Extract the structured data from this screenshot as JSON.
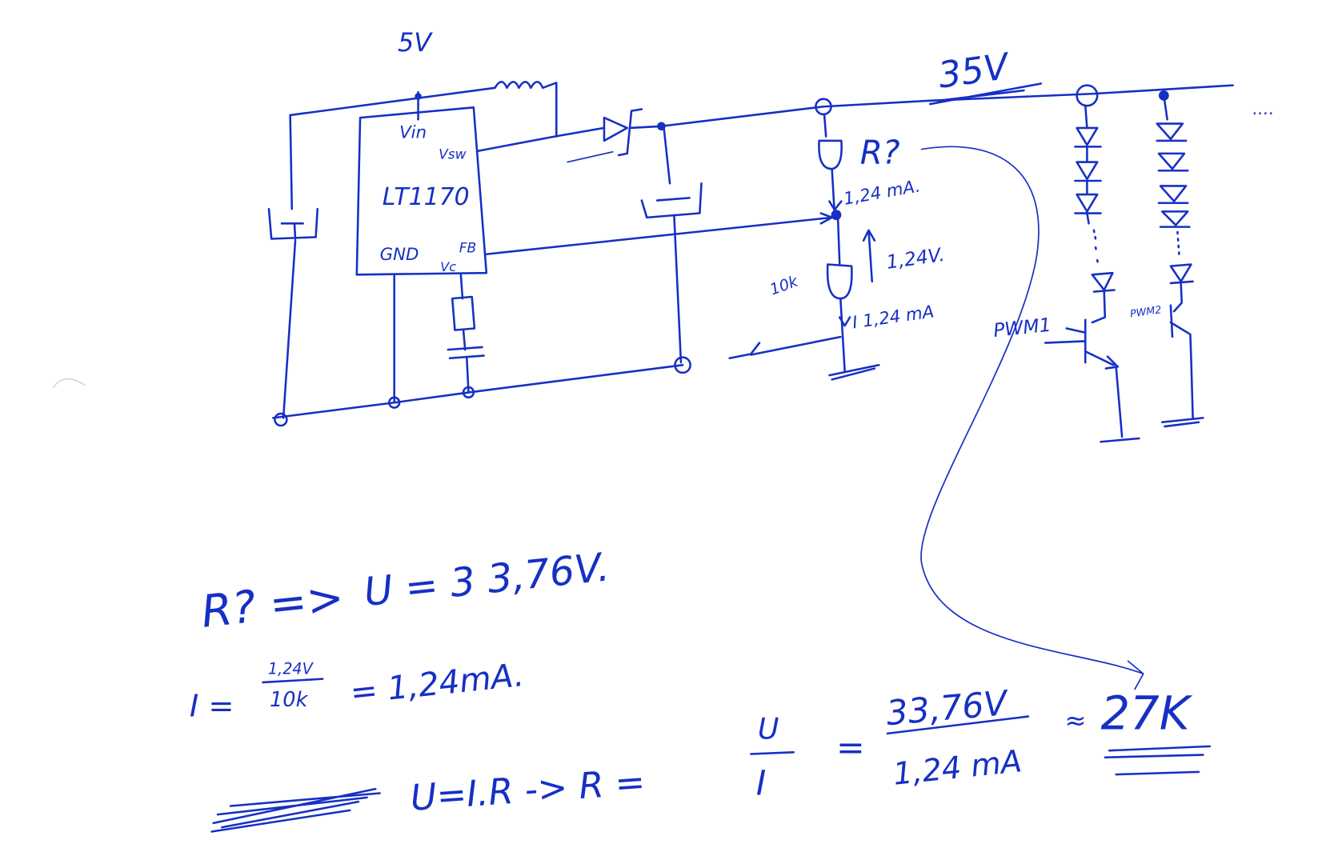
{
  "supply": {
    "input_voltage": "5V",
    "output_voltage": "35V"
  },
  "ic": {
    "name": "LT1170",
    "pins": {
      "vin": "Vin",
      "vsw": "Vsw",
      "gnd": "GND",
      "vc": "Vc",
      "fb": "FB"
    }
  },
  "divider": {
    "top_resistor": "R?",
    "top_current": "1,24 mA.",
    "bottom_resistor": "10k",
    "bottom_voltage": "1,24V.",
    "bottom_current": "I 1,24 mA"
  },
  "led_strings": {
    "pwm1_label": "PWM1",
    "pwm2_label": "PWM2",
    "continuation": "...."
  },
  "calculations": {
    "line1": {
      "lhs": "R? =>",
      "rhs": "U = 3 3,76V."
    },
    "line2": {
      "lhs": "I =",
      "num": "1,24V",
      "den": "10k",
      "rhs": "= 1,24mA."
    },
    "line3": {
      "formula": "U=I.R -> R =",
      "frac_num": "U",
      "frac_den": "I",
      "eq": "=",
      "num": "33,76V",
      "den": "1,24 mA",
      "approx": "≈",
      "result": "27K"
    }
  },
  "colors": {
    "ink": "#1630c4",
    "paper": "#ffffff"
  }
}
